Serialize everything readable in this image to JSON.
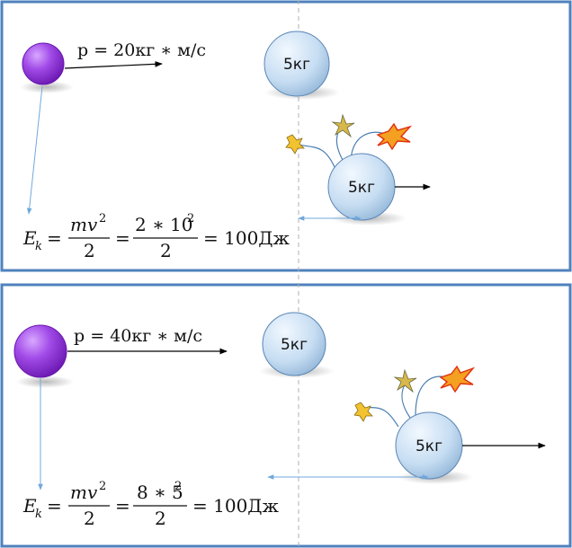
{
  "panels": [
    {
      "momentum": "p = 20кг ∗ м/с",
      "mass_label_static": "5кг",
      "mass_label_moving": "5кг",
      "energy": {
        "lhs": "E",
        "lhs_sub": "k",
        "frac1_num": "mv",
        "frac1_num_exp": "2",
        "frac1_den": "2",
        "frac2_num": "2 ∗ 10",
        "frac2_num_exp": "2",
        "frac2_den": "2",
        "result": "= 100Дж"
      }
    },
    {
      "momentum": "p = 40кг ∗ м/с",
      "mass_label_static": "5кг",
      "mass_label_moving": "5кг",
      "energy": {
        "lhs": "E",
        "lhs_sub": "k",
        "frac1_num": "mv",
        "frac1_num_exp": "2",
        "frac1_den": "2",
        "frac2_num": "8 ∗ 5",
        "frac2_num_exp": "2",
        "frac2_den": "2",
        "result": "= 100Дж"
      }
    }
  ],
  "colors": {
    "frame": "#4f81bd",
    "ball_purple": "#9b30e0",
    "ball_blue": "#bcd6ee",
    "guide": "#6fa8dc"
  }
}
